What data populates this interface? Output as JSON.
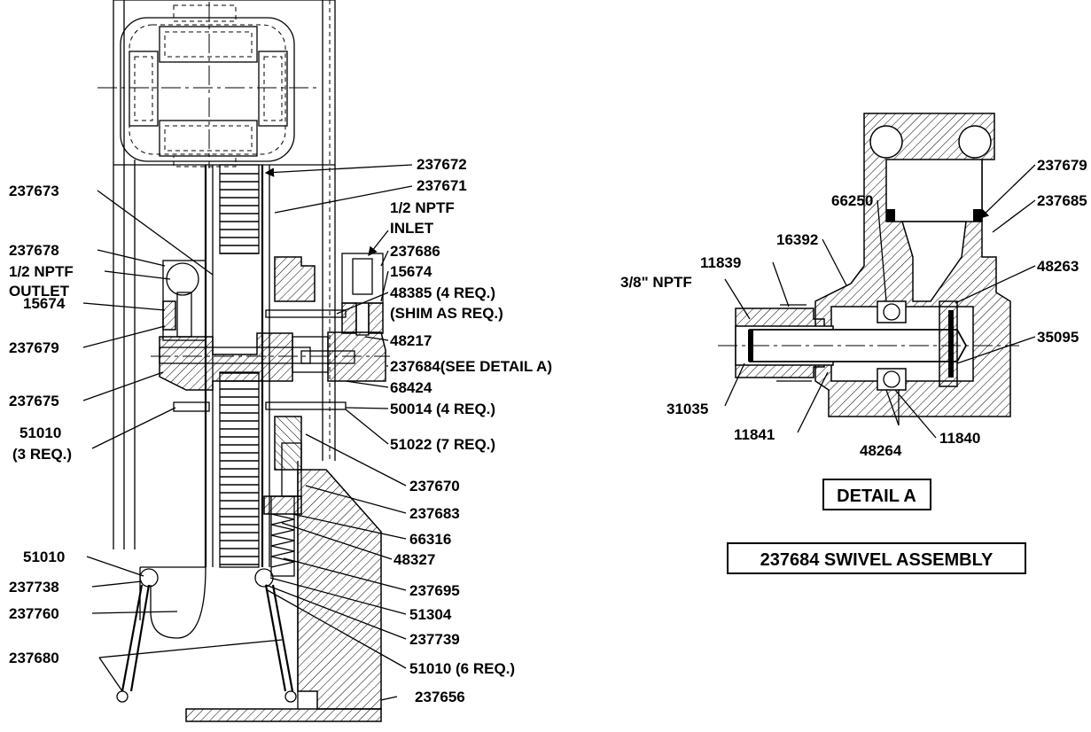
{
  "main_callouts": {
    "c237672": "237672",
    "c237673": "237673",
    "c237671": "237671",
    "inlet_size": "1/2 NPTF",
    "inlet_word": "INLET",
    "c237678": "237678",
    "c237686": "237686",
    "outlet_size": "1/2 NPTF",
    "outlet_word": "OUTLET",
    "c15674_right": "15674",
    "c15674_left": "15674",
    "c48385": "48385 (4 REQ.)",
    "shim": "(SHIM AS REQ.)",
    "c237679": "237679",
    "c48217": "48217",
    "c237684": "237684(SEE DETAIL A)",
    "c237675": "237675",
    "c68424": "68424",
    "c50014": "50014 (4 REQ.)",
    "c51010_a": "51010",
    "c51010_a_qty": "(3 REQ.)",
    "c51022": "51022 (7 REQ.)",
    "c237670": "237670",
    "c237683": "237683",
    "c66316": "66316",
    "c51010_b": "51010",
    "c48327": "48327",
    "c237738": "237738",
    "c237695": "237695",
    "c237760": "237760",
    "c51304": "51304",
    "c237739": "237739",
    "c237680": "237680",
    "c51010_c": "51010 (6 REQ.)",
    "c237656": "237656"
  },
  "detail_callouts": {
    "c237679": "237679",
    "c237685": "237685",
    "c66250": "66250",
    "c16392": "16392",
    "c48263": "48263",
    "c11839": "11839",
    "npt38": "3/8\" NPTF",
    "c35095": "35095",
    "c31035": "31035",
    "c11841": "11841",
    "c11840": "11840",
    "c48264": "48264"
  },
  "detail_title": "DETAIL A",
  "assembly_title": "237684 SWIVEL ASSEMBLY"
}
